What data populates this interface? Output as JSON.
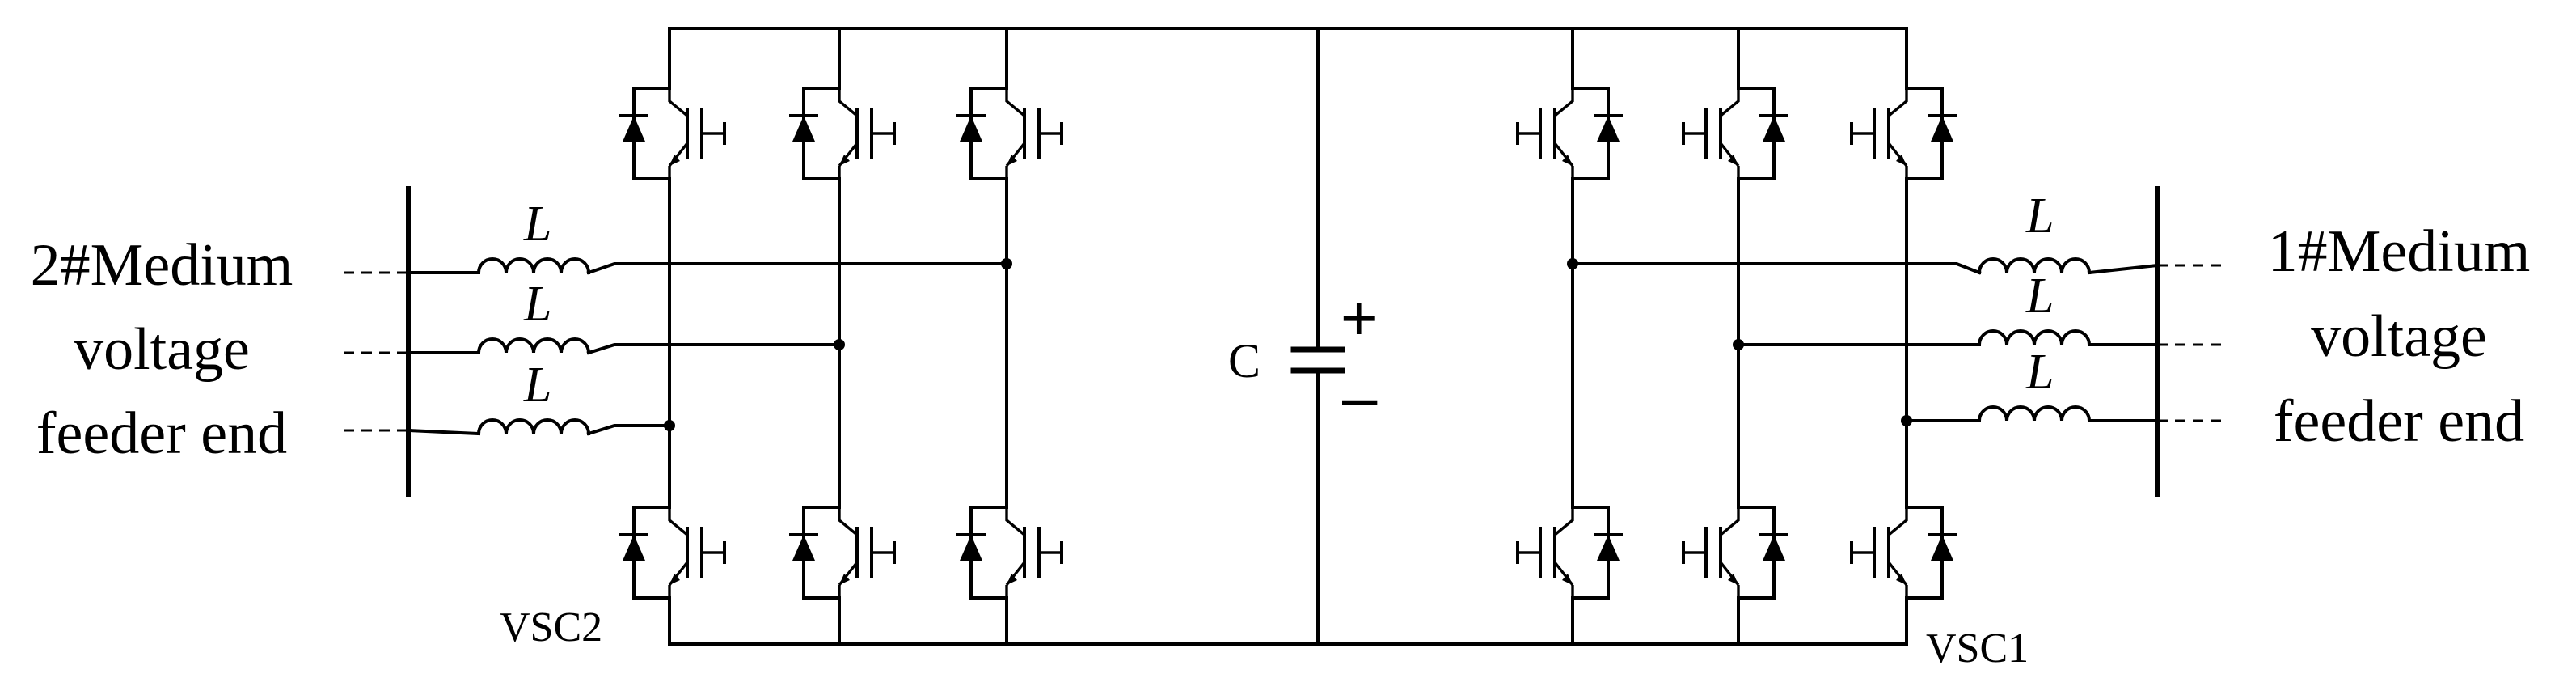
{
  "left_label": [
    "2#Medium",
    "voltage",
    "feeder end"
  ],
  "right_label": [
    "1#Medium",
    "voltage",
    "feeder end"
  ],
  "inductor_label": "L",
  "capacitor_label": "C",
  "plus_sign": "+",
  "minus_sign": "–",
  "vsc_left": "VSC2",
  "vsc_right": "VSC1"
}
